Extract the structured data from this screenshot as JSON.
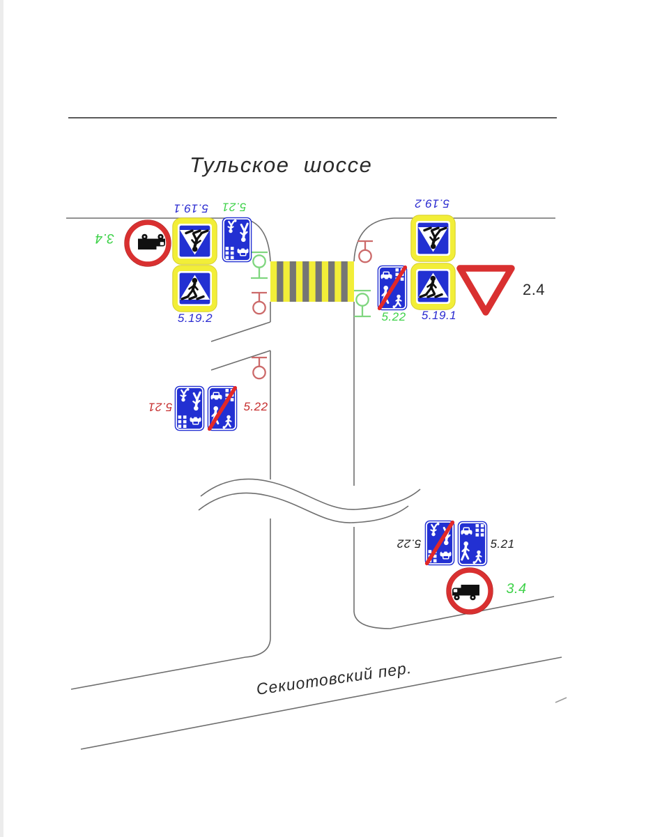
{
  "title": "Тульское  шоссе",
  "bottom_street": "Секиотовский пер.",
  "labels": {
    "l34": "3.4",
    "l5191": "5.19.1",
    "l521": "5.21",
    "l5192": "5.19.2",
    "r5192": "5.19.2",
    "r522": "5.22",
    "r5191": "5.19.1",
    "r24": "2.4",
    "m521": "5.21",
    "m522": "5.22",
    "b522": "5.22",
    "b521": "5.21",
    "b34": "3.4"
  },
  "signs": [
    {
      "code": "3.4",
      "pictogram": "truck-prohibited",
      "rotated": true,
      "group": "left"
    },
    {
      "code": "5.19.1",
      "pictogram": "pedestrian-crossing",
      "rotated": true,
      "group": "left"
    },
    {
      "code": "5.21",
      "pictogram": "residential-zone",
      "rotated": true,
      "group": "left"
    },
    {
      "code": "5.19.2",
      "pictogram": "pedestrian-crossing",
      "rotated": false,
      "group": "left"
    },
    {
      "code": "5.19.2",
      "pictogram": "pedestrian-crossing",
      "rotated": true,
      "group": "right"
    },
    {
      "code": "5.22",
      "pictogram": "residential-zone-end",
      "rotated": false,
      "group": "right"
    },
    {
      "code": "5.19.1",
      "pictogram": "pedestrian-crossing",
      "rotated": false,
      "group": "right"
    },
    {
      "code": "2.4",
      "pictogram": "give-way",
      "rotated": false,
      "group": "right"
    },
    {
      "code": "5.21",
      "pictogram": "residential-zone",
      "rotated": true,
      "group": "middle"
    },
    {
      "code": "5.22",
      "pictogram": "residential-zone-end",
      "rotated": false,
      "group": "middle"
    },
    {
      "code": "5.22",
      "pictogram": "residential-zone-end",
      "rotated": true,
      "group": "bottom"
    },
    {
      "code": "5.21",
      "pictogram": "residential-zone",
      "rotated": false,
      "group": "bottom"
    },
    {
      "code": "3.4",
      "pictogram": "truck-prohibited",
      "rotated": false,
      "group": "bottom"
    }
  ],
  "traffic_lights": [
    {
      "color": "green",
      "position": "left-of-crossing-top"
    },
    {
      "color": "red",
      "position": "left-below-crossing"
    },
    {
      "color": "red",
      "position": "right-above-crossing"
    },
    {
      "color": "green",
      "position": "right-below-crossing"
    },
    {
      "color": "red",
      "position": "side-road"
    }
  ],
  "colors": {
    "sign_blue": "#2230d2",
    "sign_yellow": "#f2ee38",
    "sign_red": "#d93030",
    "slash_red": "#e22828",
    "label_green": "#3fd24a",
    "label_red": "#c62f2f",
    "label_blue": "#2b2bd0",
    "label_black": "#1f1f1f",
    "traffic_light_red": "#cc6a6a",
    "traffic_light_green": "#7fd67f",
    "road_gray": "#6e6e6e",
    "zebra_gray": "#757575"
  }
}
